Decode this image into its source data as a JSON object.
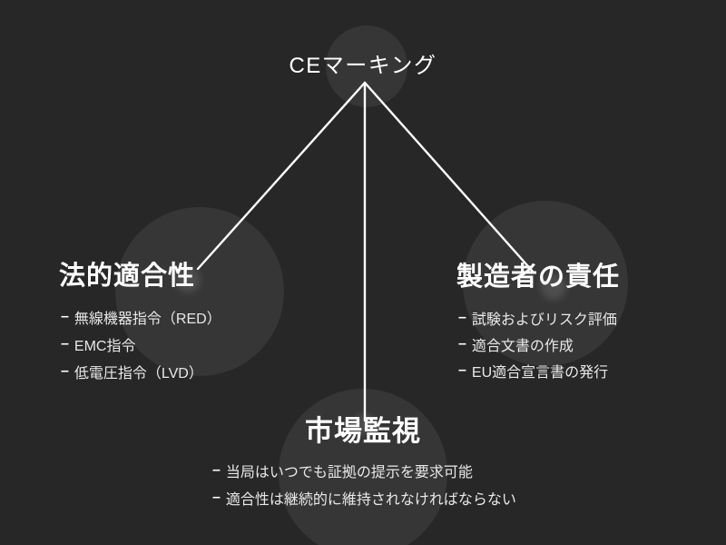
{
  "title": "CEマーキング",
  "bullet": "–",
  "branches": [
    {
      "heading": "法的適合性",
      "items": [
        "無線機器指令（RED）",
        "EMC指令",
        "低電圧指令（LVD）"
      ]
    },
    {
      "heading": "製造者の責任",
      "items": [
        "試験およびリスク評価",
        "適合文書の作成",
        "EU適合宣言書の発行"
      ]
    },
    {
      "heading": "市場監視",
      "items": [
        "当局はいつでも証拠の提示を要求可能",
        "適合性は継続的に維持されなければならない"
      ]
    }
  ],
  "colors": {
    "background": "#272727",
    "circle_tint": "#373839",
    "heading_text": "#ffffff",
    "item_text": "#e8e8e8",
    "line": "#ffffff"
  }
}
